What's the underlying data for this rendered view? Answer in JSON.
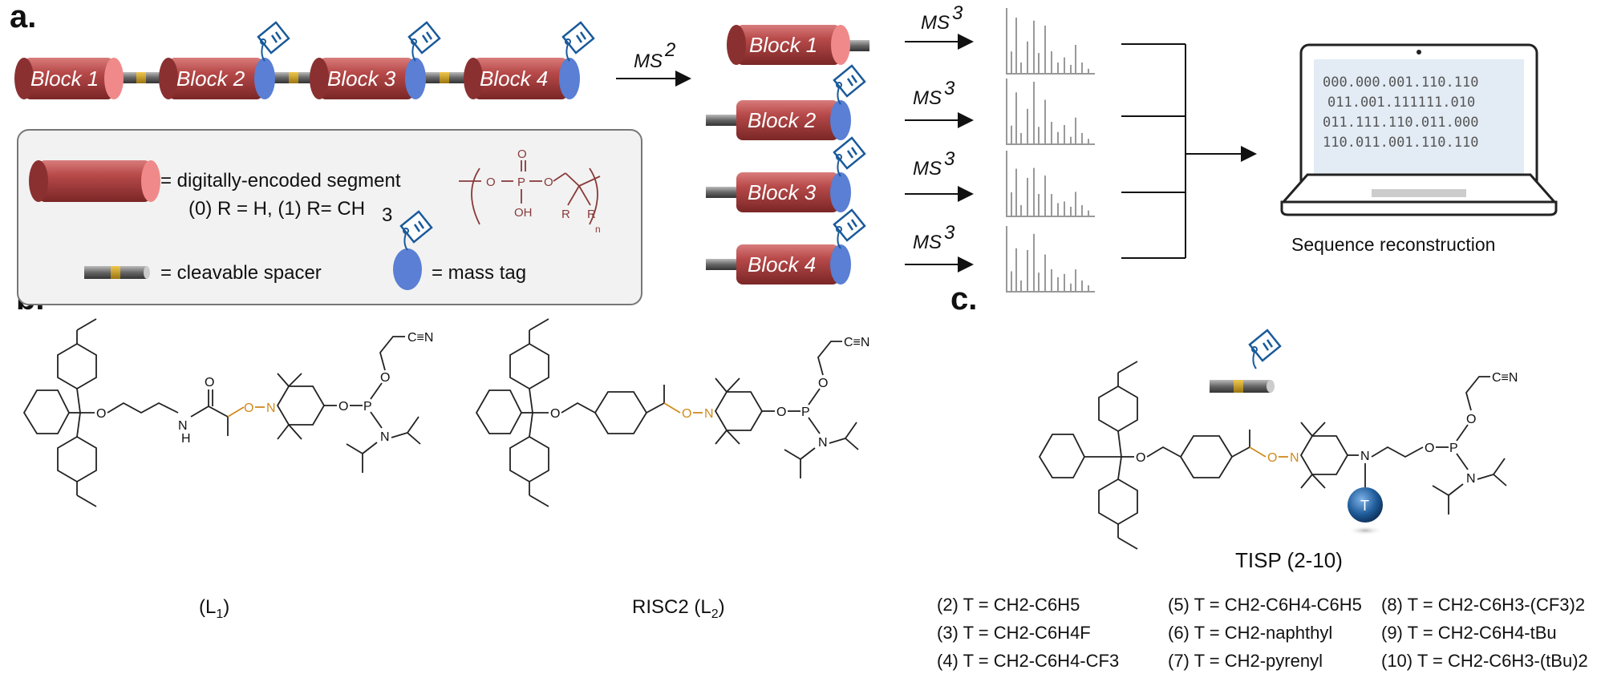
{
  "panels": {
    "a": "a.",
    "b": "b.",
    "c": "c."
  },
  "block_labels": [
    "Block 1",
    "Block 2",
    "Block 3",
    "Block 4"
  ],
  "ms2_label": "MS",
  "ms2_sup": "2",
  "ms3_label": "MS",
  "ms3_sup": "3",
  "legend": {
    "segment": "= digitally-encoded segment",
    "segment_variants_a": "(0) R = H, (1) R= CH",
    "segment_variants_sub": "3",
    "spacer": "= cleavable spacer",
    "mass_tag": "= mass tag",
    "repeat_n": "n",
    "polymer_atoms": {
      "o1": "O",
      "o2": "O",
      "p": "P",
      "oh": "OH",
      "o3": "O",
      "r1": "R",
      "r2": "R"
    }
  },
  "laptop_screen": [
    "000.000.001.110.110",
    "011.001.111111.010",
    "011.111.110.011.000",
    "110.011.001.110.110"
  ],
  "sequence_caption": "Sequence reconstruction",
  "compound_L1": {
    "label": "(L",
    "sub": "1",
    "close": ")"
  },
  "compound_L2": {
    "label": "RISC2 (L",
    "sub": "2",
    "close": ")"
  },
  "tisp": {
    "label": "TISP (2-10)",
    "T": "T"
  },
  "chem_atoms": {
    "O": "O",
    "N": "N",
    "P": "P",
    "H": "H",
    "CN": "C≡N",
    "NH": "N"
  },
  "t_list": [
    "(2) T = CH2-C6H5",
    "(3) T = CH2-C6H4F",
    "(4) T = CH2-C6H4-CF3",
    "(5) T = CH2-C6H4-C6H5",
    "(6) T = CH2-naphthyl",
    "(7) T = CH2-pyrenyl",
    "(8) T = CH2-C6H3-(CF3)2",
    "(9) T = CH2-C6H4-tBu",
    "(10) T = CH2-C6H3-(tBu)2"
  ],
  "colors": {
    "segment": "#b84a4a",
    "segment_end": "#f08a8a",
    "tag": "#5a7fd4",
    "spacer": "#666666",
    "spacer_band": "#d4a11e",
    "tag_line": "#1a5a9a",
    "orange": "#d08b1e"
  }
}
